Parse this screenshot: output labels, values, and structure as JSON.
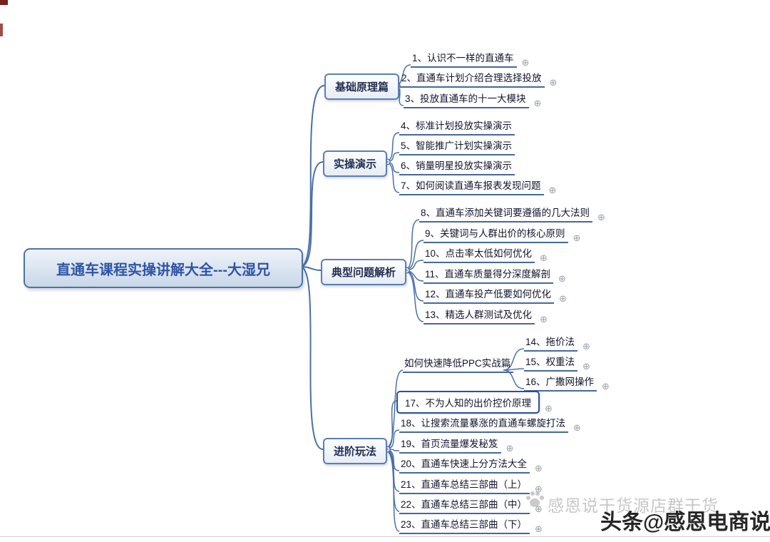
{
  "root": {
    "label": "直通车课程实操讲解大全---大湿兄"
  },
  "icons": {
    "expand": "⊕"
  },
  "branches": [
    {
      "label": "基础原理篇",
      "children": [
        {
          "label": "1、认识不一样的直通车"
        },
        {
          "label": "2、直通车计划介绍合理选择投放"
        },
        {
          "label": "3、投放直通车的十一大模块"
        }
      ]
    },
    {
      "label": "实操演示",
      "children": [
        {
          "label": "4、标准计划投放实操演示"
        },
        {
          "label": "5、智能推广计划实操演示"
        },
        {
          "label": "6、销量明星投放实操演示"
        },
        {
          "label": "7、如何阅读直通车报表发现问题"
        }
      ]
    },
    {
      "label": "典型问题解析",
      "children": [
        {
          "label": "8、直通车添加关键词要遵循的几大法则"
        },
        {
          "label": "9、关键词与人群出价的核心原则"
        },
        {
          "label": "10、点击率太低如何优化"
        },
        {
          "label": "11、直通车质量得分深度解剖"
        },
        {
          "label": "12、直通车投产低要如何优化"
        },
        {
          "label": "13、精选人群测试及优化"
        }
      ]
    },
    {
      "label": "进阶玩法",
      "children": [
        {
          "label": "如何快速降低PPC实战篇"
        },
        {
          "label": "14、拖价法"
        },
        {
          "label": "15、权重法"
        },
        {
          "label": "16、广撒网操作"
        },
        {
          "label": "17、不为人知的出价控价原理"
        },
        {
          "label": "18、让搜索流量暴涨的直通车螺旋打法"
        },
        {
          "label": "19、首页流量爆发秘笈"
        },
        {
          "label": "20、直通车快速上分方法大全"
        },
        {
          "label": "21、直通车总结三部曲（上）"
        },
        {
          "label": "22、直通车总结三部曲（中）"
        },
        {
          "label": "23、直通车总结三部曲（下）"
        }
      ]
    }
  ],
  "watermark": {
    "faded": "感恩说干货源店群干货",
    "handle": "头条@感恩电商说"
  }
}
